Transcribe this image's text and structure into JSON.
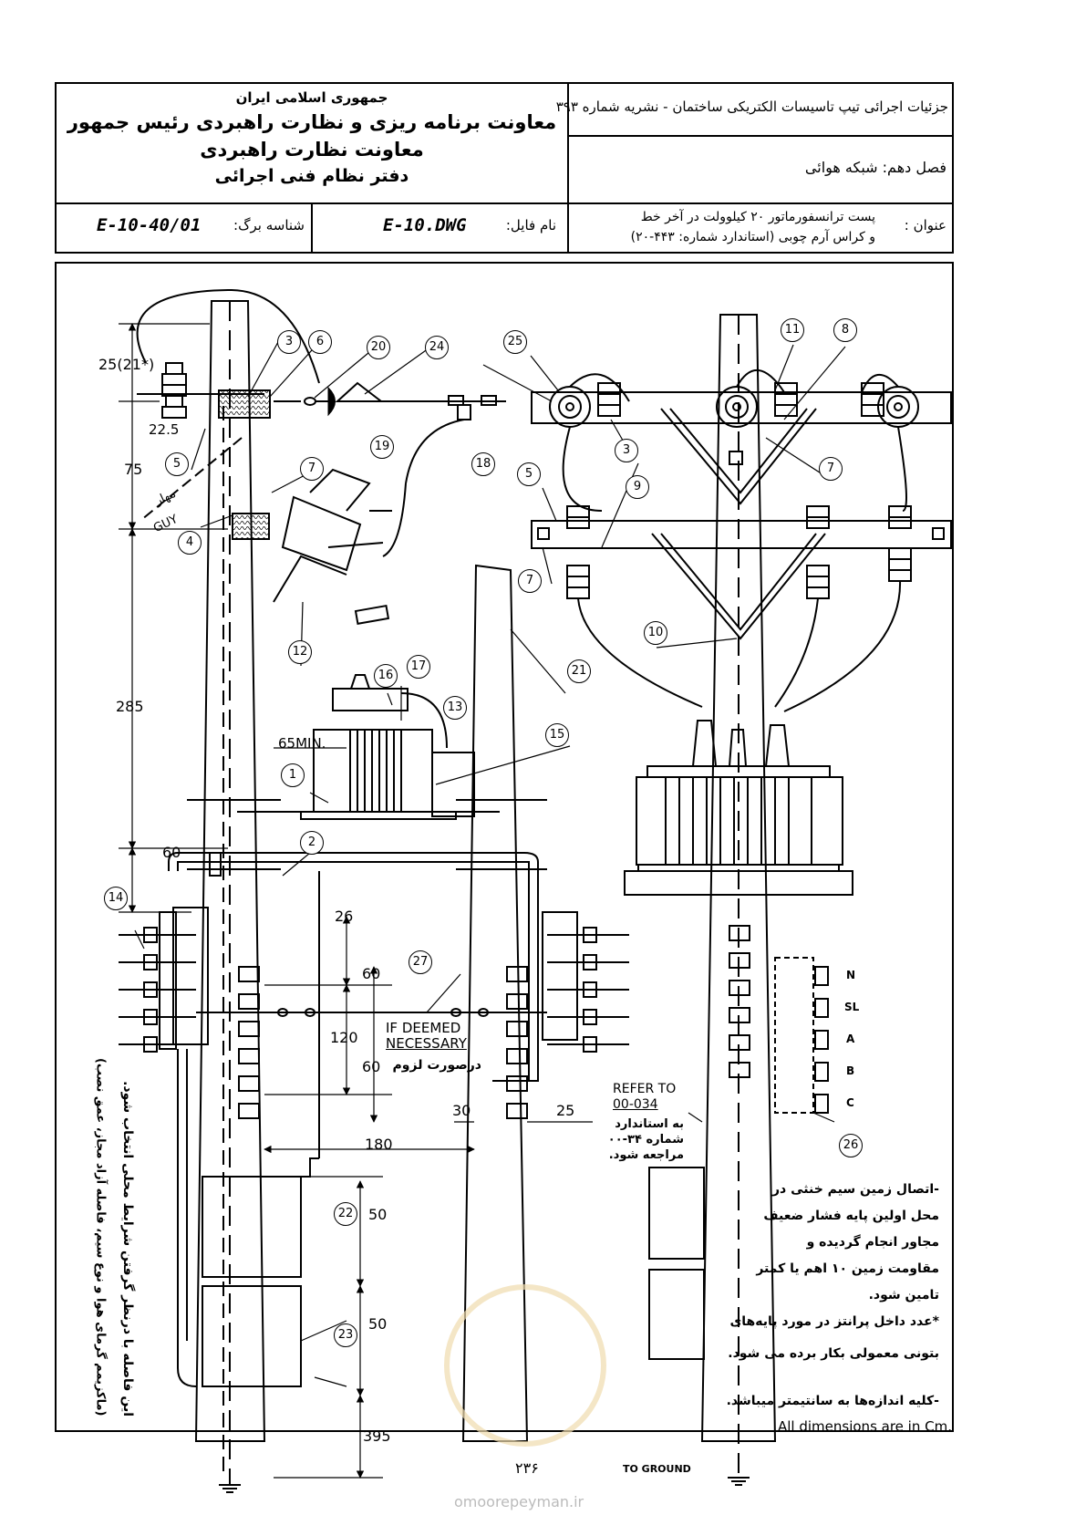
{
  "header": {
    "org_line1": "جمهوری اسلامی ایران",
    "org_line2": "معاونت برنامه ریزی و نظارت راهبردی رئیس جمهور",
    "org_line3": "معاونت نظارت راهبردی",
    "org_line4": "دفتر نظام فنی اجرائی",
    "publication": "جزئیات اجرائی تیپ تاسیسات الکتریکی ساختمان - نشریه شماره ۳۹۳",
    "chapter": "فصل دهم: شبکه هوائی",
    "sheet_id_label": "شناسه برگ:",
    "sheet_id": "E-10-40/01",
    "file_label": "نام فایل:",
    "file_name": "E-10.DWG",
    "title_label": "عنوان :",
    "title_line1": "پست ترانسفورماتور ۲۰ کیلوولت در آخر خط",
    "title_line2": "و کراس آرم چوبی (استاندارد شماره: ۴۴۳-۲۰)"
  },
  "dimensions": {
    "d25": "25(21*)",
    "d22_5": "22.5",
    "d75": "75",
    "d285": "285",
    "d65min": "65MIN.",
    "d60a": "60",
    "d26": "26",
    "d60b": "60",
    "d120": "120",
    "d60c": "60",
    "d30": "30",
    "d25b": "25",
    "d180": "180",
    "d50a": "50",
    "d50b": "50",
    "d395": "395"
  },
  "callouts": [
    "1",
    "2",
    "3",
    "4",
    "5",
    "6",
    "7",
    "8",
    "9",
    "10",
    "11",
    "12",
    "13",
    "14",
    "15",
    "16",
    "17",
    "18",
    "19",
    "20",
    "21",
    "22",
    "23",
    "24",
    "25",
    "26",
    "27"
  ],
  "labels": {
    "guy": "GUY",
    "guy_fa": "مهار",
    "if_deemed": "IF DEEMED",
    "necessary": "NECESSARY",
    "if_needed_fa": "درصورت لزوم",
    "refer_to": "REFER TO",
    "refer_code": "00-034",
    "refer_fa1": "به استاندارد",
    "refer_fa2": "شماره ۳۴-۰۰",
    "refer_fa3": "مراجعه شود.",
    "to_ground": "TO GROUND",
    "phase_n": "N",
    "phase_sl": "SL",
    "phase_a": "A",
    "phase_b": "B",
    "phase_c": "C",
    "page_no": "۲۳۶",
    "watermark": "omoorepeyman.ir"
  },
  "notes": {
    "vertical1": "این فاصله با درنظر گرفتن شرایط محلی انتخاب شود.",
    "vertical2": "(ماکزیمم گرمای هوا و نوع سیم، فاصله آزاد مجاز، عمق نصب)",
    "n1": "-اتصال زمین سیم خنثی در",
    "n2": "محل اولین پایه فشار ضعیف",
    "n3": "مجاور انجام گردیده و",
    "n4": "مقاومت زمین ۱۰ اهم یا کمتر",
    "n5": "تامین شود.",
    "n6": "*عدد داخل پرانتز در مورد پایه‌های",
    "n7": "بتونی معمولی بکار برده می شود.",
    "n8": "-کلیه اندازه‌ها به سانتیمتر میباشد.",
    "n9": "All dimensions are in Cm."
  }
}
